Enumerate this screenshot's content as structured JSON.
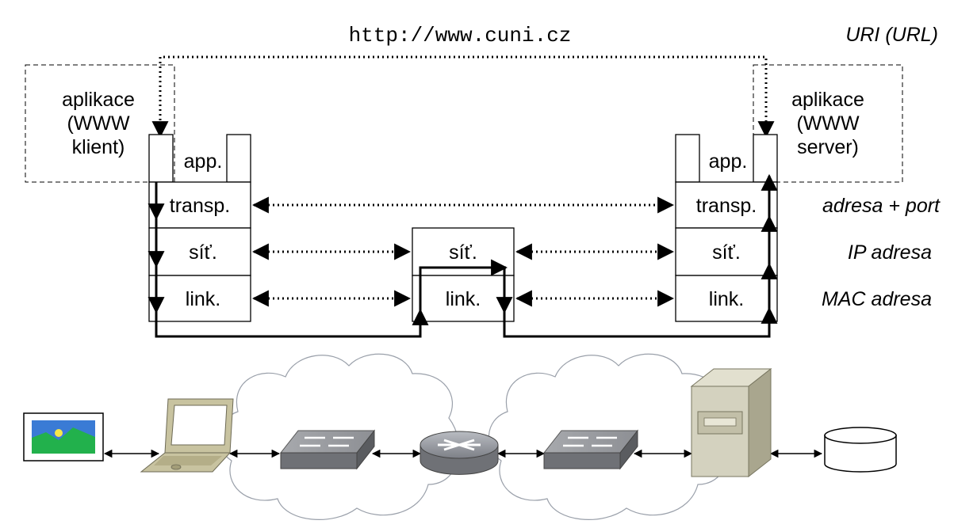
{
  "url": "http://www.cuni.cz",
  "right_labels": {
    "uri": "URI (URL)",
    "port": "adresa + port",
    "ip": "IP adresa",
    "mac": "MAC adresa"
  },
  "client": {
    "app_line1": "aplikace",
    "app_line2": "(WWW",
    "app_line3": "klient)",
    "layers": [
      "app.",
      "transp.",
      "síť.",
      "link."
    ]
  },
  "server": {
    "app_line1": "aplikace",
    "app_line2": "(WWW",
    "app_line3": "server)",
    "layers": [
      "app.",
      "transp.",
      "síť.",
      "link."
    ]
  },
  "router": {
    "layers": [
      "síť.",
      "link."
    ]
  },
  "devices": [
    "monitor-icon",
    "laptop-icon",
    "switch-icon",
    "router-icon",
    "switch-icon",
    "server-tower-icon",
    "database-icon"
  ],
  "colors": {
    "cloud_stroke": "#9aa0aa",
    "device_gray": "#8c8c8c",
    "laptop": "#c8c3a0",
    "server": "#d4d2bf",
    "screen_sky": "#3a7bd5",
    "screen_grass": "#22b14c",
    "screen_sun": "#f6e84a"
  }
}
